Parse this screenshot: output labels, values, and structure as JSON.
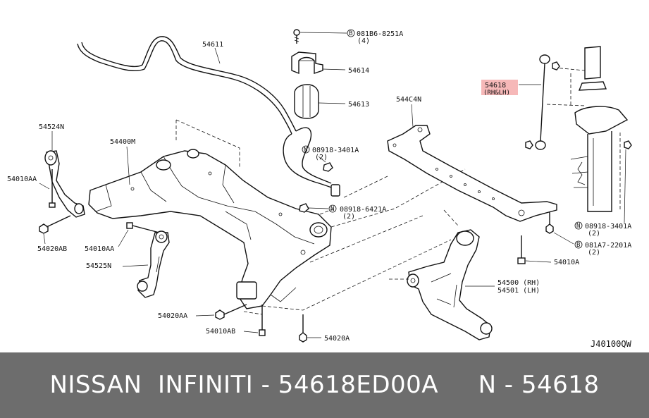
{
  "diagram_code": "J40100QW",
  "banner": "NISSAN  INFINITI - 54618ED00A     N - 54618",
  "highlight_color": "#f4a6a6",
  "labels": {
    "p54611": "54611",
    "p081B6_8251A": "081B6-8251A",
    "p081B6_qty": "(4)",
    "p54614": "54614",
    "p54613": "54613",
    "p54524N": "54524N",
    "p54400M": "54400M",
    "p08918_3401A_a": "08918-3401A",
    "p08918_3401A_a_qty": "(2)",
    "p544C4N": "544C4N",
    "p54618": "54618",
    "p54618_side": "(RH&LH)",
    "p54010AA_left": "54010AA",
    "p08918_6421A": "08918-6421A",
    "p08918_6421A_qty": "(2)",
    "p08918_3401A_b": "08918-3401A",
    "p08918_3401A_b_qty": "(2)",
    "p081A7_2201A": "081A7-2201A",
    "p081A7_qty": "(2)",
    "p54020AB": "54020AB",
    "p54010AA_mid": "54010AA",
    "p54010A": "54010A",
    "p54525N": "54525N",
    "p54500": "54500 (RH)",
    "p54501": "54501 (LH)",
    "p54020AA": "54020AA",
    "p54010AB": "54010AB",
    "p54020A": "54020A",
    "circle_b": "B",
    "circle_n": "N"
  }
}
